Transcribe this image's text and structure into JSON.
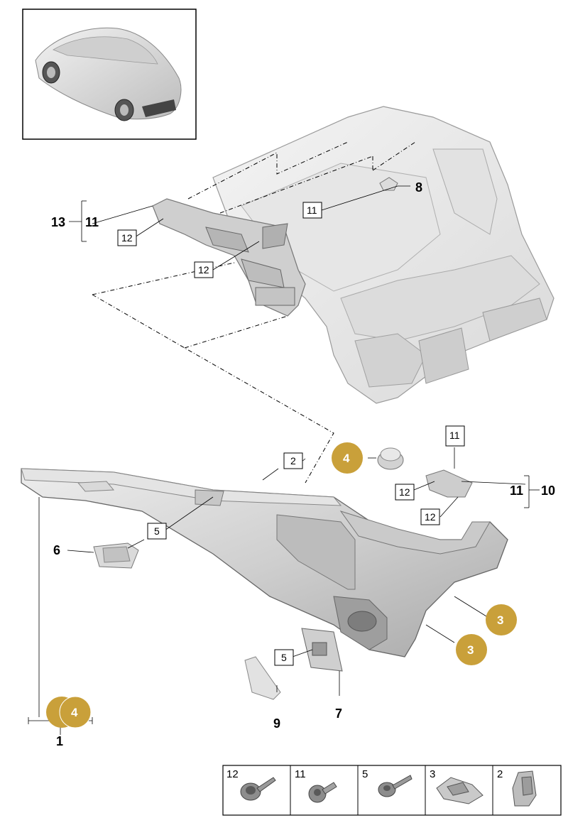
{
  "callouts": {
    "part_1": "1",
    "part_2": "2",
    "part_3a": "3",
    "part_3b": "3",
    "part_4a": "4",
    "part_4b": "4",
    "part_5a": "5",
    "part_5b": "5",
    "part_6": "6",
    "part_7": "7",
    "part_8": "8",
    "part_9": "9",
    "part_10": "10",
    "part_11a": "11",
    "part_11b": "11",
    "part_11c": "11",
    "part_11d": "11",
    "part_12a": "12",
    "part_12b": "12",
    "part_12c": "12",
    "part_12d": "12",
    "part_13": "13"
  },
  "legend": [
    {
      "number": "12",
      "icon": "screw-with-washer-icon"
    },
    {
      "number": "11",
      "icon": "expanding-rivet-icon"
    },
    {
      "number": "5",
      "icon": "flange-screw-icon"
    },
    {
      "number": "3",
      "icon": "metal-clip-icon"
    },
    {
      "number": "2",
      "icon": "spring-clip-icon"
    }
  ],
  "colors": {
    "badge_fill": "#c9a03a",
    "line": "#000000",
    "part_shade": "#d8d8d8",
    "body_shade": "#eeeeee"
  }
}
